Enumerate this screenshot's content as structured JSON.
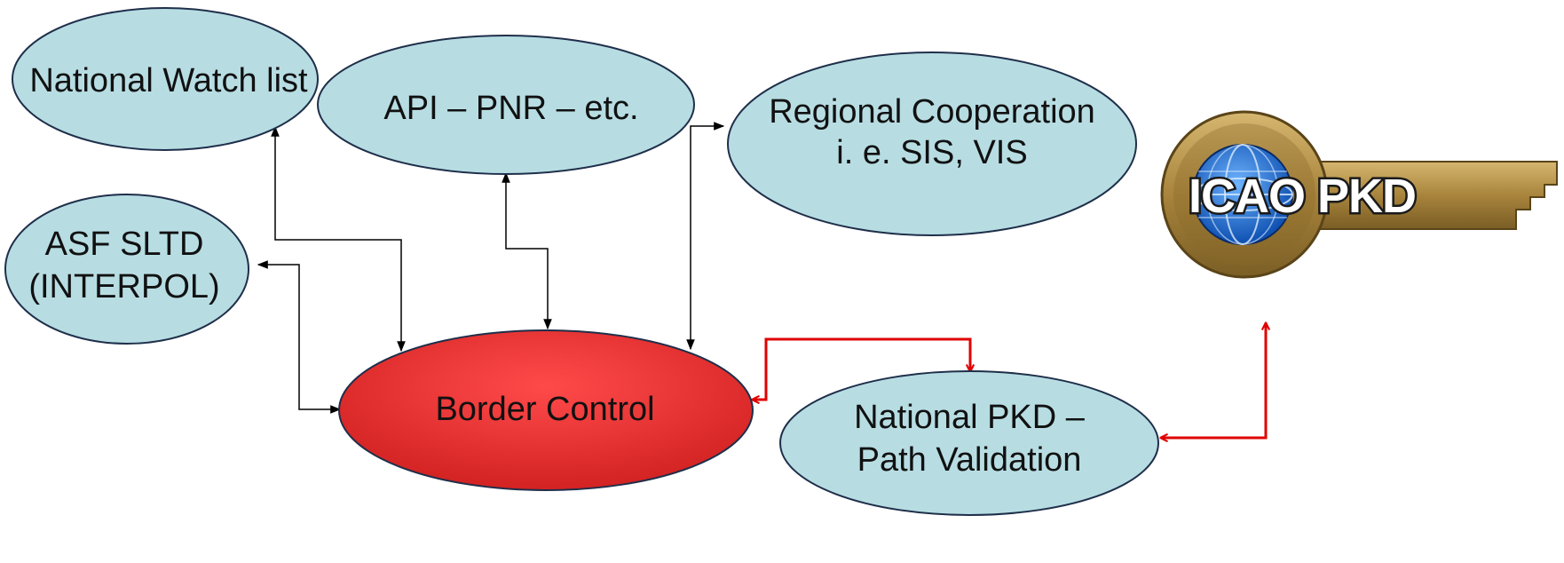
{
  "diagram": {
    "nodes": {
      "national_watch_list": {
        "lines": [
          "National Watch list"
        ]
      },
      "api_pnr": {
        "lines": [
          "API – PNR – etc."
        ]
      },
      "regional_cooperation": {
        "lines": [
          "Regional Cooperation",
          "i. e. SIS, VIS"
        ]
      },
      "asf_sltd": {
        "lines": [
          "ASF SLTD",
          "(INTERPOL)"
        ]
      },
      "border_control": {
        "lines": [
          "Border Control"
        ]
      },
      "national_pkd": {
        "lines": [
          "National PKD –",
          "Path Validation"
        ]
      }
    },
    "logo": {
      "text": "ICAO PKD"
    },
    "connections": [
      {
        "from": "border_control",
        "to": "national_watch_list",
        "bidirectional": true,
        "color": "#000000"
      },
      {
        "from": "border_control",
        "to": "api_pnr",
        "bidirectional": true,
        "color": "#000000"
      },
      {
        "from": "border_control",
        "to": "regional_cooperation",
        "bidirectional": true,
        "color": "#000000"
      },
      {
        "from": "border_control",
        "to": "asf_sltd",
        "bidirectional": true,
        "color": "#000000"
      },
      {
        "from": "border_control",
        "to": "national_pkd",
        "bidirectional": true,
        "color": "#e00000"
      },
      {
        "from": "national_pkd",
        "to": "icao_pkd",
        "bidirectional": true,
        "color": "#e00000"
      }
    ],
    "colors": {
      "node_fill": "#b7dde3",
      "node_stroke": "#1f2f4a",
      "highlight_fill": "#e52a2a",
      "link_black": "#000000",
      "link_red": "#e00000"
    }
  }
}
